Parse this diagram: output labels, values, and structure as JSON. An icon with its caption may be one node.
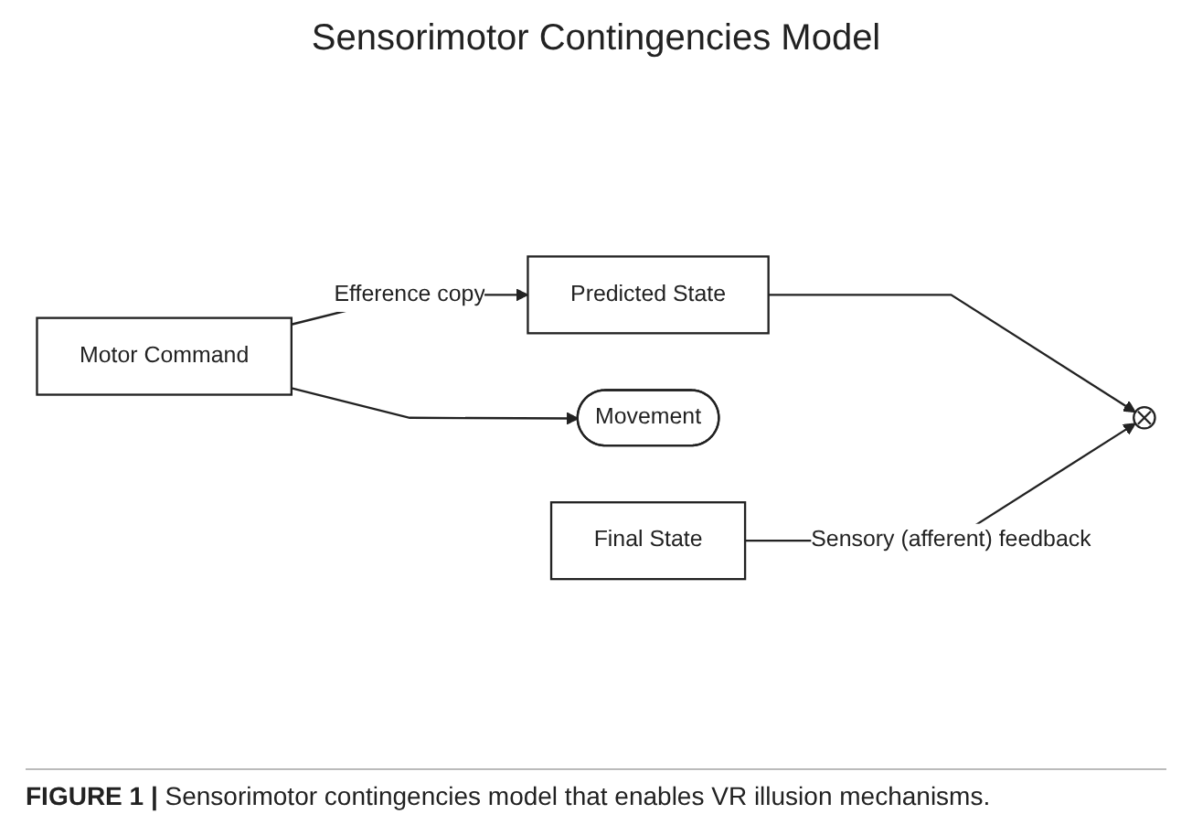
{
  "diagram": {
    "title": "Sensorimotor Contingencies Model",
    "caption": "**FIGURE 1 |** Sensorimotor contingencies model that enables VR illusion mechanisms.",
    "nodes": [
      {
        "text": [
          "Motor Command"
        ]
      },
      {
        "text": [
          "Predicted State"
        ]
      },
      {
        "text": [],
        "shape": "circle"
      },
      {
        "text": [
          "Movement"
        ]
      },
      {
        "text": [
          "Final State"
        ]
      }
    ],
    "edges": [
      {
        "from": 0,
        "to": 3,
        "arrow": "to"
      },
      {
        "from": 0,
        "to": 1,
        "arrow": "to",
        "label": "Efference copy"
      },
      {
        "from": 1,
        "to": 2,
        "arrow": "to"
      },
      {
        "from": 4,
        "to": 2,
        "arrow": "to",
        "label": "Sensory (afferent) feedback"
      }
    ]
  }
}
